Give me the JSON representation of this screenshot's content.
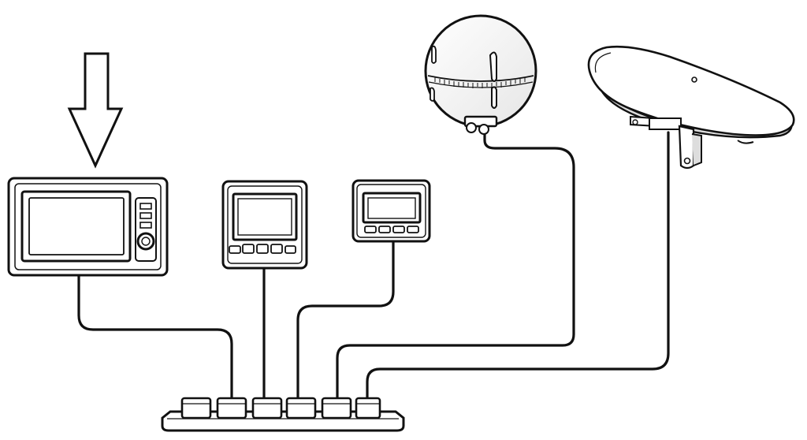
{
  "diagram": {
    "devices": [
      {
        "id": "chartplotter",
        "name": "",
        "label": "",
        "highlighted": true
      },
      {
        "id": "display-medium",
        "name": "",
        "label": ""
      },
      {
        "id": "display-small",
        "name": "",
        "label": ""
      },
      {
        "id": "gps-antenna",
        "name": ""
      },
      {
        "id": "radar-antenna",
        "name": ""
      }
    ],
    "hub": {
      "name": "",
      "port_count": 6
    },
    "indicator": {
      "name": "arrow-down-icon",
      "target": "chartplotter"
    },
    "colors": {
      "line": "#111111",
      "fill": "#ffffff",
      "screen": "#f2f2f2",
      "shade": "#dddddd"
    }
  }
}
